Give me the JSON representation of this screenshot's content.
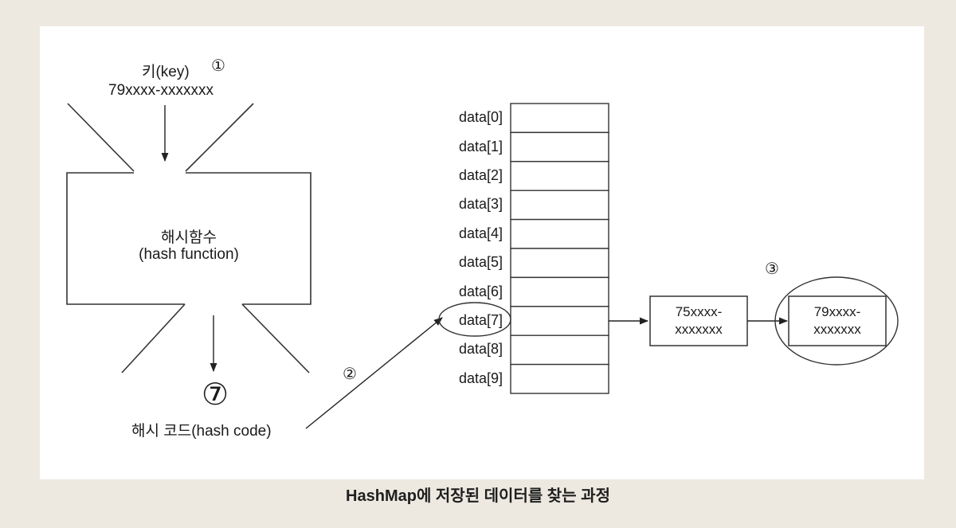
{
  "key": {
    "title": "키(key)",
    "marker": "①",
    "value": "79xxxx-xxxxxxx"
  },
  "hash_function": {
    "line1": "해시함수",
    "line2": "(hash function)"
  },
  "hash_code": {
    "value": "⑦",
    "label": "해시 코드(hash code)",
    "marker": "②"
  },
  "table": {
    "slots": [
      "data[0]",
      "data[1]",
      "data[2]",
      "data[3]",
      "data[4]",
      "data[5]",
      "data[6]",
      "data[7]",
      "data[8]",
      "data[9]"
    ],
    "highlighted_index": 7
  },
  "chain": {
    "node1": {
      "line1": "75xxxx-",
      "line2": "xxxxxxx"
    },
    "node2": {
      "line1": "79xxxx-",
      "line2": "xxxxxxx"
    },
    "marker": "③"
  },
  "caption": "HashMap에 저장된 데이터를 찾는 과정"
}
